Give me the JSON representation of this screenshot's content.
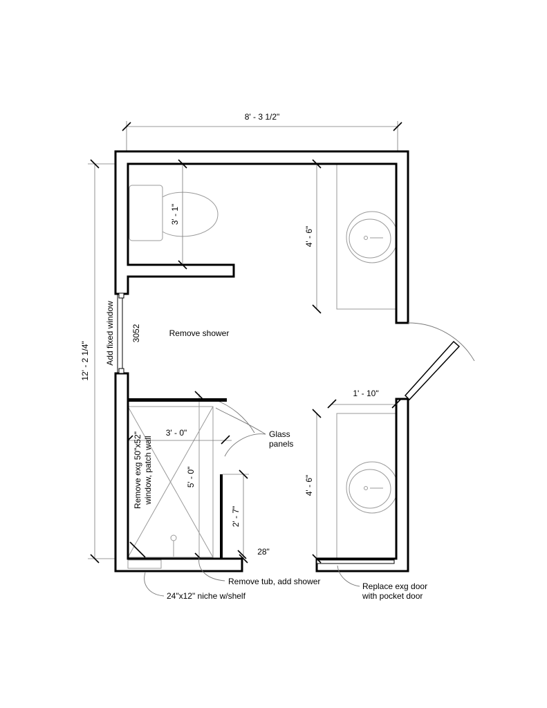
{
  "dimensions": {
    "overall_width": "8' - 3 1/2\"",
    "overall_length": "12' - 2 1/4\"",
    "toilet_clearance": "3' - 1\"",
    "vanity_upper": "4' - 6\"",
    "vanity_lower": "4' - 6\"",
    "vanity_depth": "1' - 10\"",
    "shower_width": "3' - 0\"",
    "shower_length": "5' - 0\"",
    "glass_panel": "2' - 7\"",
    "door_width": "28\""
  },
  "notes": {
    "window_add": "Add fixed window",
    "window_size": "3052",
    "remove_shower": "Remove shower",
    "glass_panels_1": "Glass",
    "glass_panels_2": "panels",
    "remove_window_1": "Remove exg 50\"x52\"",
    "remove_window_2": "window, patch wall",
    "remove_tub": "Remove tub, add shower",
    "niche": "24\"x12\" niche w/shelf",
    "door_1": "Replace exg door",
    "door_2": "with pocket door"
  }
}
